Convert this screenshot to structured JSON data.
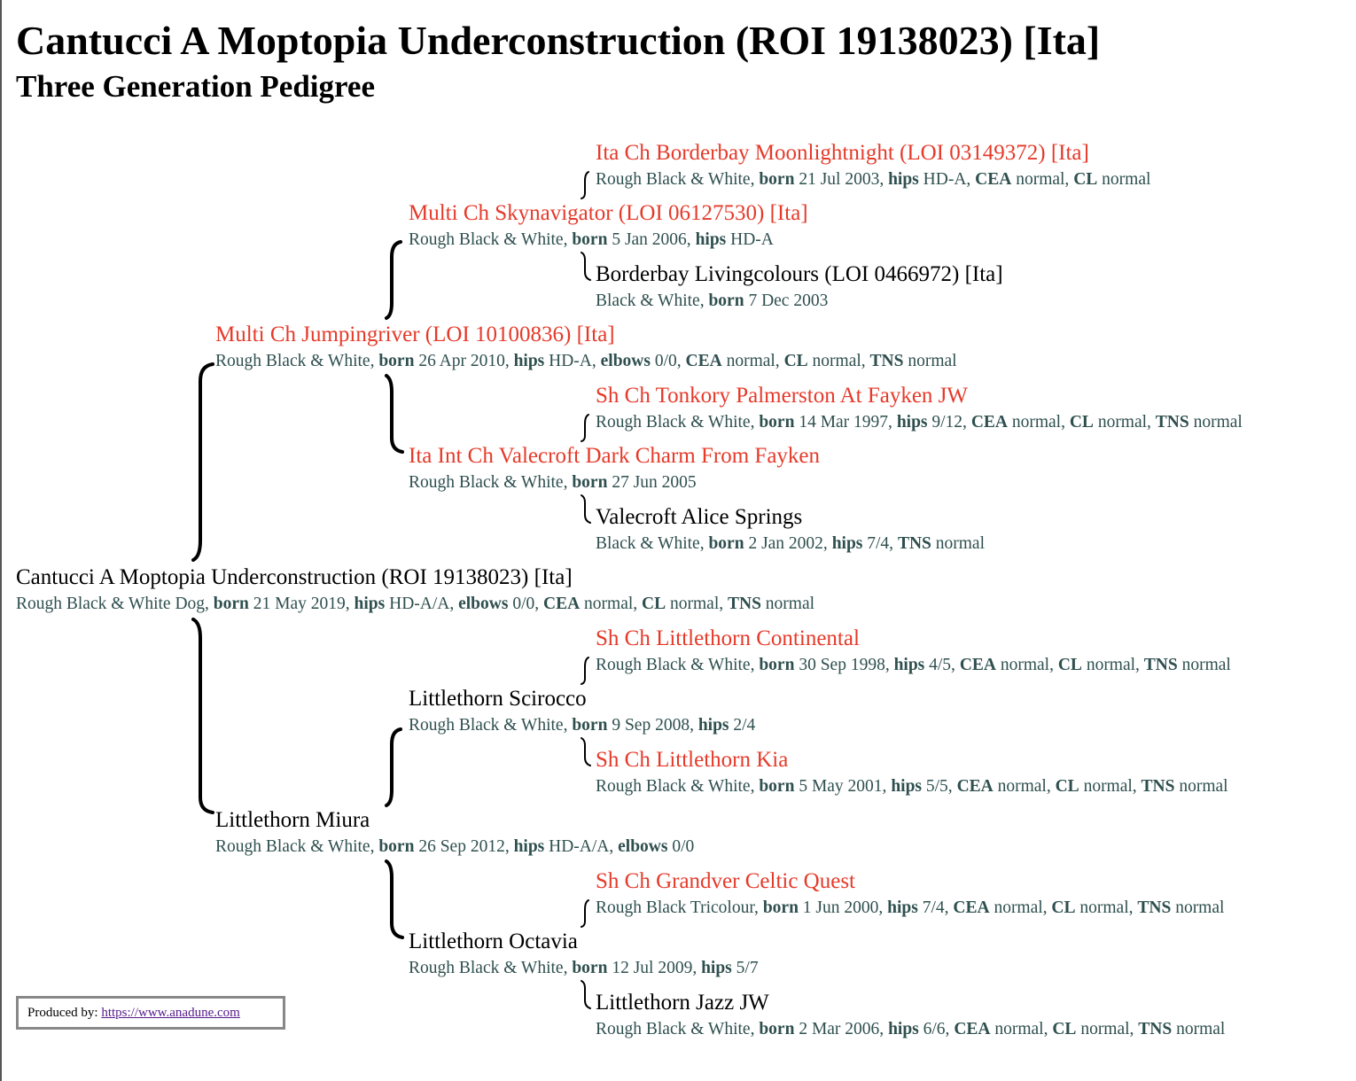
{
  "title": "Cantucci A Moptopia Underconstruction (ROI 19138023) [Ita]",
  "subtitle": "Three Generation Pedigree",
  "colors": {
    "champion": "#e53a2a",
    "info": "#2f4f4f"
  },
  "subject": {
    "name": "Cantucci A Moptopia Underconstruction (ROI 19138023) [Ita]",
    "desc": "Rough Black & White Dog, ",
    "born_label": "born",
    "born": " 21 May 2019, ",
    "hips_label": "hips",
    "hips": " HD-A/A, ",
    "elbows_label": "elbows",
    "elbows": " 0/0, ",
    "cea_label": "CEA",
    "cea": " normal, ",
    "cl_label": "CL",
    "cl": " normal, ",
    "tns_label": "TNS",
    "tns": " normal"
  },
  "sire": {
    "name": "Multi Ch Jumpingriver (LOI 10100836) [Ita]",
    "desc": "Rough Black & White, ",
    "born_label": "born",
    "born": " 26 Apr 2010, ",
    "hips_label": "hips",
    "hips": " HD-A, ",
    "elbows_label": "elbows",
    "elbows": " 0/0, ",
    "cea_label": "CEA",
    "cea": " normal, ",
    "cl_label": "CL",
    "cl": " normal, ",
    "tns_label": "TNS",
    "tns": " normal"
  },
  "dam": {
    "name": "Littlethorn Miura",
    "desc": "Rough Black & White, ",
    "born_label": "born",
    "born": " 26 Sep 2012, ",
    "hips_label": "hips",
    "hips": " HD-A/A, ",
    "elbows_label": "elbows",
    "elbows": " 0/0"
  },
  "sire_sire": {
    "name": "Multi Ch Skynavigator (LOI 06127530) [Ita]",
    "desc": "Rough Black & White, ",
    "born_label": "born",
    "born": " 5 Jan 2006, ",
    "hips_label": "hips",
    "hips": " HD-A"
  },
  "sire_dam": {
    "name": "Ita Int Ch Valecroft Dark Charm From Fayken",
    "desc": "Rough Black & White, ",
    "born_label": "born",
    "born": " 27 Jun 2005"
  },
  "dam_sire": {
    "name": "Littlethorn Scirocco",
    "desc": "Rough Black & White, ",
    "born_label": "born",
    "born": " 9 Sep 2008, ",
    "hips_label": "hips",
    "hips": " 2/4"
  },
  "dam_dam": {
    "name": "Littlethorn Octavia",
    "desc": "Rough Black & White, ",
    "born_label": "born",
    "born": " 12 Jul 2009, ",
    "hips_label": "hips",
    "hips": " 5/7"
  },
  "ss_sire": {
    "name": "Ita Ch Borderbay Moonlightnight (LOI 03149372) [Ita]",
    "desc": "Rough Black & White, ",
    "born_label": "born",
    "born": " 21 Jul 2003, ",
    "hips_label": "hips",
    "hips": " HD-A, ",
    "cea_label": "CEA",
    "cea": " normal, ",
    "cl_label": "CL",
    "cl": " normal"
  },
  "ss_dam": {
    "name": "Borderbay Livingcolours (LOI 0466972) [Ita]",
    "desc": "Black & White, ",
    "born_label": "born",
    "born": " 7 Dec 2003"
  },
  "sd_sire": {
    "name": "Sh Ch Tonkory Palmerston At Fayken JW",
    "desc": "Rough Black & White, ",
    "born_label": "born",
    "born": " 14 Mar 1997, ",
    "hips_label": "hips",
    "hips": " 9/12, ",
    "cea_label": "CEA",
    "cea": " normal, ",
    "cl_label": "CL",
    "cl": " normal, ",
    "tns_label": "TNS",
    "tns": " normal"
  },
  "sd_dam": {
    "name": "Valecroft Alice Springs",
    "desc": "Black & White, ",
    "born_label": "born",
    "born": " 2 Jan 2002, ",
    "hips_label": "hips",
    "hips": " 7/4, ",
    "tns_label": "TNS",
    "tns": " normal"
  },
  "ds_sire": {
    "name": "Sh Ch Littlethorn Continental",
    "desc": "Rough Black & White, ",
    "born_label": "born",
    "born": " 30 Sep 1998, ",
    "hips_label": "hips",
    "hips": " 4/5, ",
    "cea_label": "CEA",
    "cea": " normal, ",
    "cl_label": "CL",
    "cl": " normal, ",
    "tns_label": "TNS",
    "tns": " normal"
  },
  "ds_dam": {
    "name": "Sh Ch Littlethorn Kia",
    "desc": "Rough Black & White, ",
    "born_label": "born",
    "born": " 5 May 2001, ",
    "hips_label": "hips",
    "hips": " 5/5, ",
    "cea_label": "CEA",
    "cea": " normal, ",
    "cl_label": "CL",
    "cl": " normal, ",
    "tns_label": "TNS",
    "tns": " normal"
  },
  "dd_sire": {
    "name": "Sh Ch Grandver Celtic Quest",
    "desc": "Rough Black Tricolour, ",
    "born_label": "born",
    "born": " 1 Jun 2000, ",
    "hips_label": "hips",
    "hips": " 7/4, ",
    "cea_label": "CEA",
    "cea": " normal, ",
    "cl_label": "CL",
    "cl": " normal, ",
    "tns_label": "TNS",
    "tns": " normal"
  },
  "dd_dam": {
    "name": "Littlethorn Jazz JW",
    "desc": "Rough Black & White, ",
    "born_label": "born",
    "born": " 2 Mar 2006, ",
    "hips_label": "hips",
    "hips": " 6/6, ",
    "cea_label": "CEA",
    "cea": " normal, ",
    "cl_label": "CL",
    "cl": " normal, ",
    "tns_label": "TNS",
    "tns": " normal"
  },
  "footer": {
    "label": "Produced by: ",
    "link": "https://www.anadune.com"
  }
}
